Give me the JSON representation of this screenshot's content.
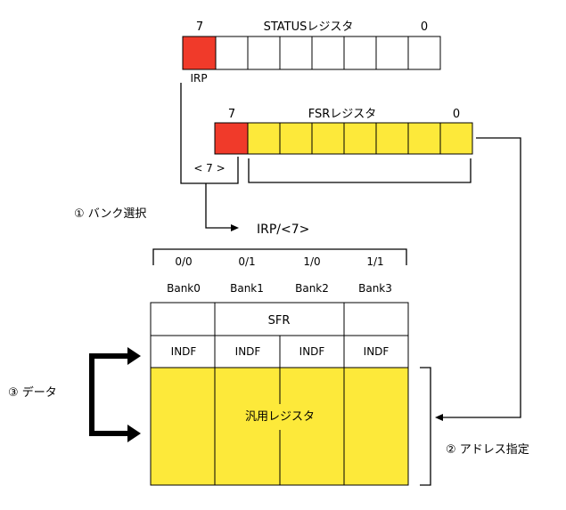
{
  "status_register": {
    "title": "STATUSレジスタ",
    "bit_high": "7",
    "bit_low": "0",
    "irp_label": "IRP"
  },
  "fsr_register": {
    "title": "FSRレジスタ",
    "bit_high": "7",
    "bit_low": "0",
    "bit7_label": "< 7 >"
  },
  "step1_label": "① バンク選択",
  "irp_bit7_label": "IRP/<7>",
  "banks": [
    {
      "code": "0/0",
      "name": "Bank0"
    },
    {
      "code": "0/1",
      "name": "Bank1"
    },
    {
      "code": "1/0",
      "name": "Bank2"
    },
    {
      "code": "1/1",
      "name": "Bank3"
    }
  ],
  "memory": {
    "sfr_label": "SFR",
    "indf_label": "INDF",
    "gpr_label": "汎用レジスタ"
  },
  "step2_label": "② アドレス指定",
  "step3_label": "③ データ",
  "colors": {
    "red": "#f03a2a",
    "yellow": "#fde93a",
    "line": "#000000"
  }
}
